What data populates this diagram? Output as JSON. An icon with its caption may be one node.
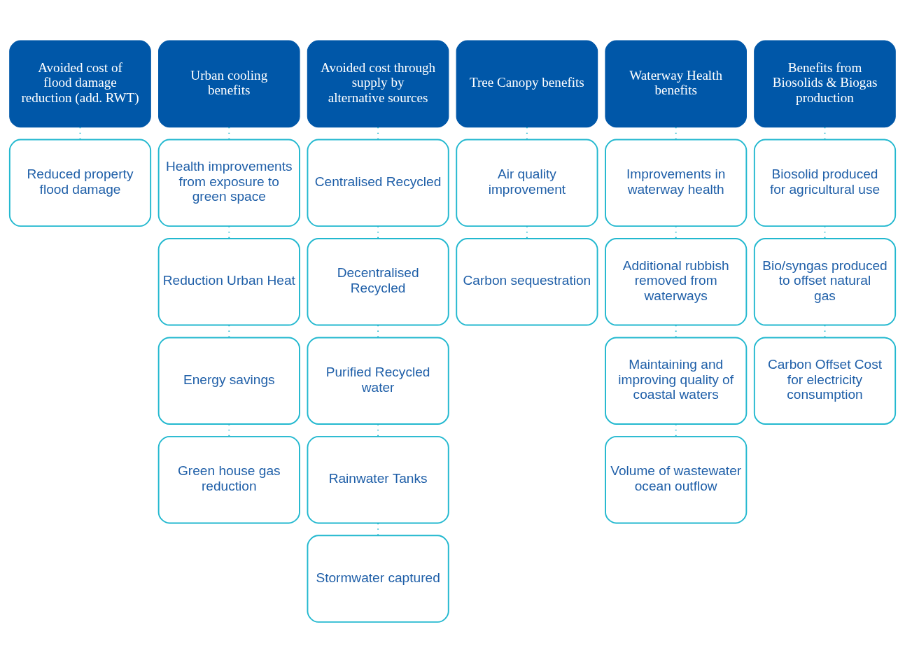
{
  "diagram": {
    "nodes": [
      {
        "text": [
          "Avoided cost of flood damage reduction (add. RWT)"
        ]
      },
      {
        "text": [
          "Reduced property flood damage"
        ]
      },
      {
        "text": [
          "Urban cooling benefits"
        ]
      },
      {
        "text": [
          "Health improvements from exposure to green space"
        ]
      },
      {
        "text": [
          "Reduction Urban Heat"
        ]
      },
      {
        "text": [
          "Energy savings"
        ]
      },
      {
        "text": [
          "Green house gas reduction"
        ]
      },
      {
        "text": [
          "Avoided cost through supply by alternative sources"
        ]
      },
      {
        "text": [
          "Centralised Recycled"
        ]
      },
      {
        "text": [
          "Decentralised Recycled"
        ]
      },
      {
        "text": [
          "Purified Recycled water"
        ]
      },
      {
        "text": [
          "Rainwater Tanks"
        ]
      },
      {
        "text": [
          "Stormwater captured"
        ]
      },
      {
        "text": [
          "Tree Canopy benefits"
        ]
      },
      {
        "text": [
          "Air quality improvement"
        ]
      },
      {
        "text": [
          "Carbon sequestration"
        ]
      },
      {
        "text": [
          "Waterway Health benefits"
        ]
      },
      {
        "text": [
          "Improvements in waterway health"
        ]
      },
      {
        "text": [
          "Additional rubbish removed from waterways"
        ]
      },
      {
        "text": [
          "Maintaining and improving quality of coastal waters"
        ]
      },
      {
        "text": [
          "Volume of wastewater ocean outflow"
        ]
      },
      {
        "text": [
          "Benefits from Biosolids & Biogas production"
        ]
      },
      {
        "text": [
          "Biosolid produced for agricultural use"
        ]
      },
      {
        "text": [
          "Bio/syngas produced to offset natural gas"
        ]
      },
      {
        "text": [
          "Carbon Offset Cost for electricity consumption"
        ]
      }
    ],
    "edges": [
      {
        "from": 0,
        "to": 1,
        "arrow": "none"
      },
      {
        "from": 2,
        "to": 3,
        "arrow": "none"
      },
      {
        "from": 3,
        "to": 4,
        "arrow": "none"
      },
      {
        "from": 4,
        "to": 5,
        "arrow": "none"
      },
      {
        "from": 5,
        "to": 6,
        "arrow": "none"
      },
      {
        "from": 7,
        "to": 8,
        "arrow": "none"
      },
      {
        "from": 8,
        "to": 9,
        "arrow": "none"
      },
      {
        "from": 9,
        "to": 10,
        "arrow": "none"
      },
      {
        "from": 10,
        "to": 11,
        "arrow": "none"
      },
      {
        "from": 11,
        "to": 12,
        "arrow": "none"
      },
      {
        "from": 13,
        "to": 14,
        "arrow": "none"
      },
      {
        "from": 14,
        "to": 15,
        "arrow": "none"
      },
      {
        "from": 16,
        "to": 17,
        "arrow": "none"
      },
      {
        "from": 17,
        "to": 18,
        "arrow": "none"
      },
      {
        "from": 18,
        "to": 19,
        "arrow": "none"
      },
      {
        "from": 19,
        "to": 20,
        "arrow": "none"
      },
      {
        "from": 21,
        "to": 22,
        "arrow": "none"
      },
      {
        "from": 22,
        "to": 23,
        "arrow": "none"
      },
      {
        "from": 23,
        "to": 24,
        "arrow": "none"
      }
    ]
  }
}
